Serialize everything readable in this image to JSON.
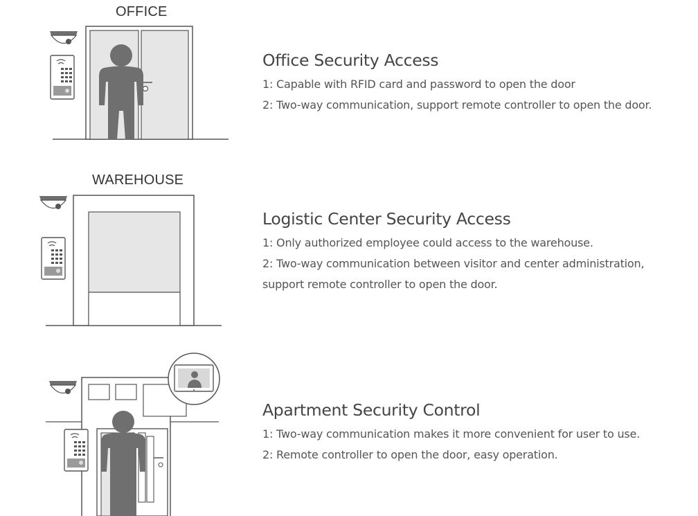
{
  "sections": [
    {
      "scene_label": "OFFICE",
      "title": "Office Security Access",
      "lines": [
        "1: Capable with RFID card and password to open the door",
        "2: Two-way communication, support remote controller to open the door."
      ],
      "icons": [
        "dome-camera-icon",
        "keypad-intercom-icon",
        "glass-door-icon",
        "person-icon"
      ]
    },
    {
      "scene_label": "WAREHOUSE",
      "title": "Logistic Center Security Access",
      "lines": [
        "1: Only authorized employee could access to the warehouse.",
        "2: Two-way communication between visitor and center administration,",
        "support remote controller to open the door."
      ],
      "icons": [
        "dome-camera-icon",
        "keypad-intercom-icon",
        "warehouse-door-icon"
      ]
    },
    {
      "scene_label": "",
      "title": "Apartment Security Control",
      "lines": [
        "1: Two-way communication makes it more convenient for user to use.",
        "2: Remote controller to open the door, easy operation."
      ],
      "icons": [
        "dome-camera-icon",
        "keypad-intercom-icon",
        "apartment-building-icon",
        "person-icon",
        "video-monitor-icon"
      ]
    }
  ],
  "colors": {
    "figure": "#6f6f6f",
    "line": "#555555",
    "door_fill": "#e6e6e6",
    "text": "#555555",
    "heading": "#444444"
  }
}
